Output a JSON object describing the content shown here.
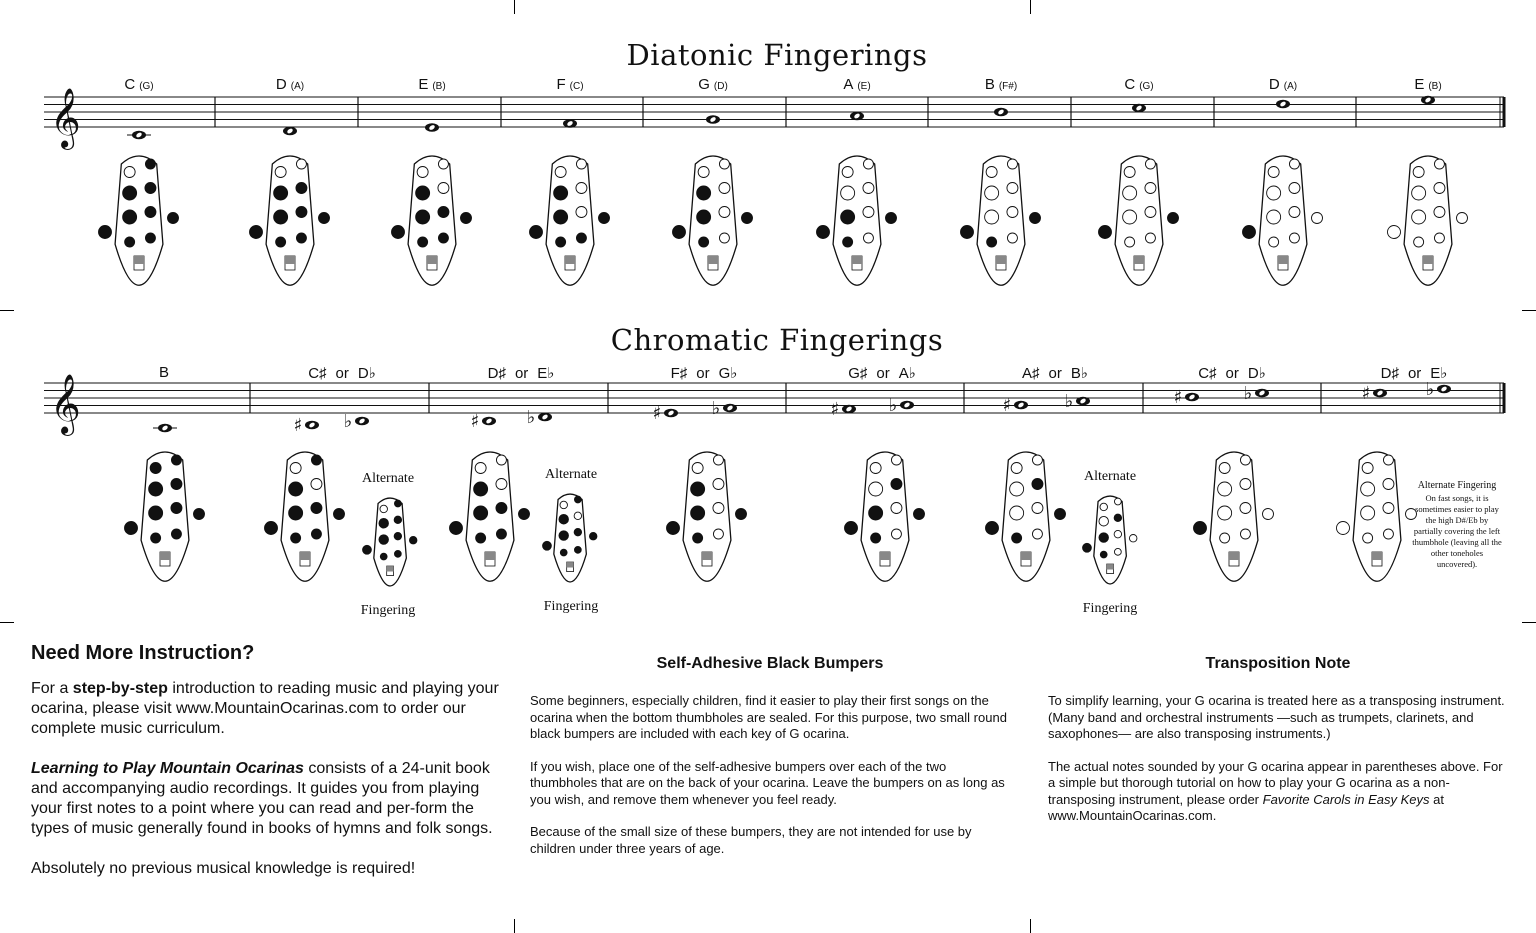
{
  "diatonic": {
    "title": "Diatonic Fingerings",
    "notes": [
      {
        "name": "C",
        "alt": "(G)"
      },
      {
        "name": "D",
        "alt": "(A)"
      },
      {
        "name": "E",
        "alt": "(B)"
      },
      {
        "name": "F",
        "alt": "(C)"
      },
      {
        "name": "G",
        "alt": "(D)"
      },
      {
        "name": "A",
        "alt": "(E)"
      },
      {
        "name": "B",
        "alt": "(F#)"
      },
      {
        "name": "C",
        "alt": "(G)"
      },
      {
        "name": "D",
        "alt": "(A)"
      },
      {
        "name": "E",
        "alt": "(B)"
      }
    ]
  },
  "chromatic": {
    "title": "Chromatic Fingerings",
    "notes": [
      {
        "left": "B",
        "or": "",
        "right": ""
      },
      {
        "left": "C♯",
        "or": "or",
        "right": "D♭"
      },
      {
        "left": "D♯",
        "or": "or",
        "right": "E♭"
      },
      {
        "left": "F♯",
        "or": "or",
        "right": "G♭"
      },
      {
        "left": "G♯",
        "or": "or",
        "right": "A♭"
      },
      {
        "left": "A♯",
        "or": "or",
        "right": "B♭"
      },
      {
        "left": "C♯",
        "or": "or",
        "right": "D♭"
      },
      {
        "left": "D♯",
        "or": "or",
        "right": "E♭"
      }
    ],
    "alternate_top": "Alternate",
    "alternate_bottom": "Fingering",
    "side_note": {
      "title": "Alternate Fingering",
      "body": "On fast songs, it is sometimes easier to play the high D#/Eb by partially covering the left thumbhole (leaving all the other toneholes uncovered)."
    }
  },
  "instruction": {
    "heading": "Need More Instruction?",
    "p1_prefix": "For a ",
    "p1_bold": "step-by-step",
    "p1_rest": " introduction to reading music and playing your ocarina, please visit www.MountainOcarinas.com to order our complete music curriculum.",
    "p2_title": "Learning to Play Mountain Ocarinas",
    "p2_rest": " consists of a 24-unit book and accompanying audio recordings. It guides you from playing your first notes to a point where you can read and per-form the types of music generally found in books of hymns and folk songs.",
    "p3": "Absolutely no previous musical knowledge is required!"
  },
  "bumpers": {
    "heading": "Self-Adhesive Black Bumpers",
    "p1": "Some beginners, especially children, find it easier to play their first songs on the ocarina when the bottom thumbholes are sealed. For this purpose, two small round black bumpers are included with each key of G ocarina.",
    "p2": "If you wish, place one of the self-adhesive bumpers over each of the two thumbholes that are on the back of your ocarina. Leave the bumpers on as long as you wish, and remove them whenever you feel ready.",
    "p3": "Because of the small size of these bumpers, they are not intended for use by children under three years of age."
  },
  "transposition": {
    "heading": "Transposition Note",
    "p1": "To simplify learning, your G ocarina is treated here as a transposing instrument. (Many band and orchestral instruments —such as trumpets, clarinets, and saxophones—  are also transposing instruments.)",
    "p2_prefix": "The actual notes sounded by your G ocarina appear in parentheses above. For a simple but thorough tutorial on how to play your G ocarina as a non-transposing instrument, please order ",
    "p2_title": "Favorite Carols in Easy Keys",
    "p2_suffix": " at www.MountainOcarinas.com."
  }
}
